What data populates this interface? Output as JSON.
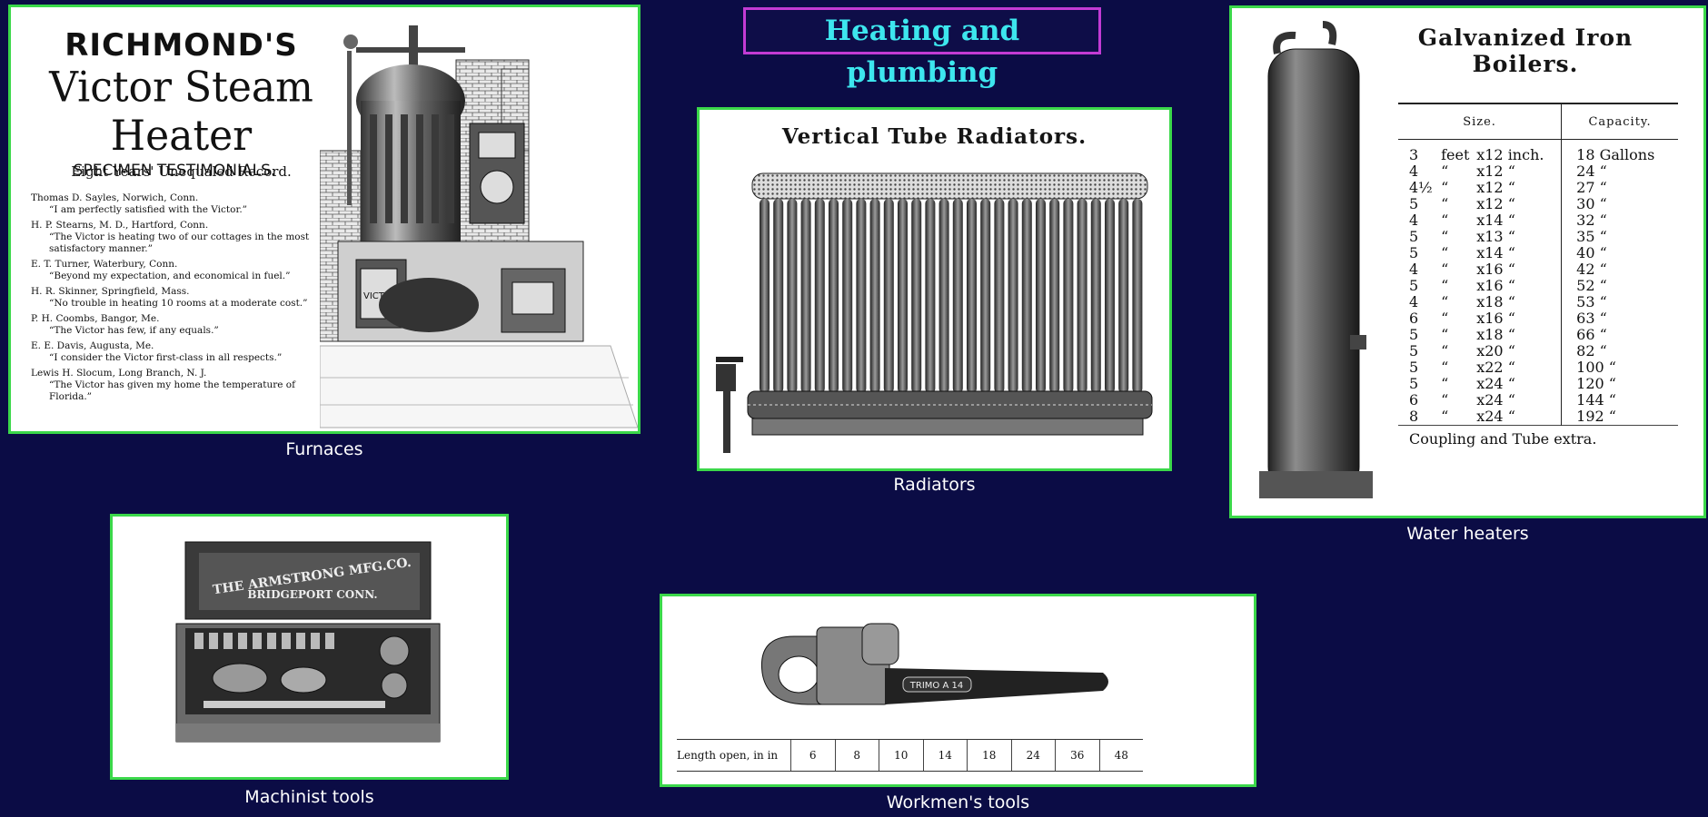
{
  "page": {
    "title": "Heating and plumbing",
    "background": "#0b0c45",
    "title_color": "#3de6ee",
    "title_border": "#c23bd4",
    "panel_border": "#3bd84a"
  },
  "furnaces": {
    "caption": "Furnaces",
    "brand": "RICHMOND'S",
    "product": "Victor Steam Heater",
    "tagline": "Eight Years' Unequaled Record.",
    "heading": "SPECIMEN TESTIMONIALS.",
    "testimonials": [
      {
        "name": "Thomas D. Sayles, Norwich, Conn.",
        "quote": "“I am perfectly satisfied with the Victor.”"
      },
      {
        "name": "H. P. Stearns, M. D., Hartford, Conn.",
        "quote": "“The Victor is heating two of our cottages in the most satisfactory manner.”"
      },
      {
        "name": "E. T. Turner, Waterbury, Conn.",
        "quote": "“Beyond my expectation, and economical in fuel.”"
      },
      {
        "name": "H. R. Skinner, Springfield, Mass.",
        "quote": "“No trouble in heating 10 rooms at a moderate cost.”"
      },
      {
        "name": "P. H. Coombs, Bangor, Me.",
        "quote": "“The Victor has few, if any equals.”"
      },
      {
        "name": "E. E. Davis, Augusta, Me.",
        "quote": "“I consider the Victor first-class in all respects.”"
      },
      {
        "name": "Lewis H. Slocum, Long Branch, N. J.",
        "quote": "“The Victor has given my home the temperature of Florida.”"
      }
    ],
    "door_label": "VICTOR"
  },
  "radiators": {
    "caption": "Radiators",
    "heading": "Vertical Tube Radiators."
  },
  "water_heaters": {
    "caption": "Water heaters",
    "heading": "Galvanized Iron Boilers.",
    "columns": [
      "Size.",
      "Capacity."
    ],
    "rows": [
      [
        "3",
        "feet",
        "x12 inch.",
        "18 Gallons"
      ],
      [
        "4",
        "“",
        "x12 “",
        "24 “"
      ],
      [
        "4½",
        "“",
        "x12 “",
        "27 “"
      ],
      [
        "5",
        "“",
        "x12 “",
        "30 “"
      ],
      [
        "4",
        "“",
        "x14 “",
        "32 “"
      ],
      [
        "5",
        "“",
        "x13 “",
        "35 “"
      ],
      [
        "5",
        "“",
        "x14 “",
        "40 “"
      ],
      [
        "4",
        "“",
        "x16 “",
        "42 “"
      ],
      [
        "5",
        "“",
        "x16 “",
        "52 “"
      ],
      [
        "4",
        "“",
        "x18 “",
        "53 “"
      ],
      [
        "6",
        "“",
        "x16 “",
        "63 “"
      ],
      [
        "5",
        "“",
        "x18 “",
        "66 “"
      ],
      [
        "5",
        "“",
        "x20 “",
        "82 “"
      ],
      [
        "5",
        "“",
        "x22 “",
        "100 “"
      ],
      [
        "5",
        "“",
        "x24 “",
        "120 “"
      ],
      [
        "6",
        "“",
        "x24 “",
        "144 “"
      ],
      [
        "8",
        "“",
        "x24 “",
        "192 “"
      ]
    ],
    "footnote": "Coupling and Tube extra."
  },
  "machinist_tools": {
    "caption": "Machinist tools",
    "lid_line1": "THE ARMSTRONG MFG.CO.",
    "lid_line2": "BRIDGEPORT CONN."
  },
  "workmen_tools": {
    "caption": "Workmen's tools",
    "handle_label": "TRIMO A 14",
    "row_label": "Length open, in in",
    "lengths": [
      "6",
      "8",
      "10",
      "14",
      "18",
      "24",
      "36",
      "48"
    ]
  }
}
